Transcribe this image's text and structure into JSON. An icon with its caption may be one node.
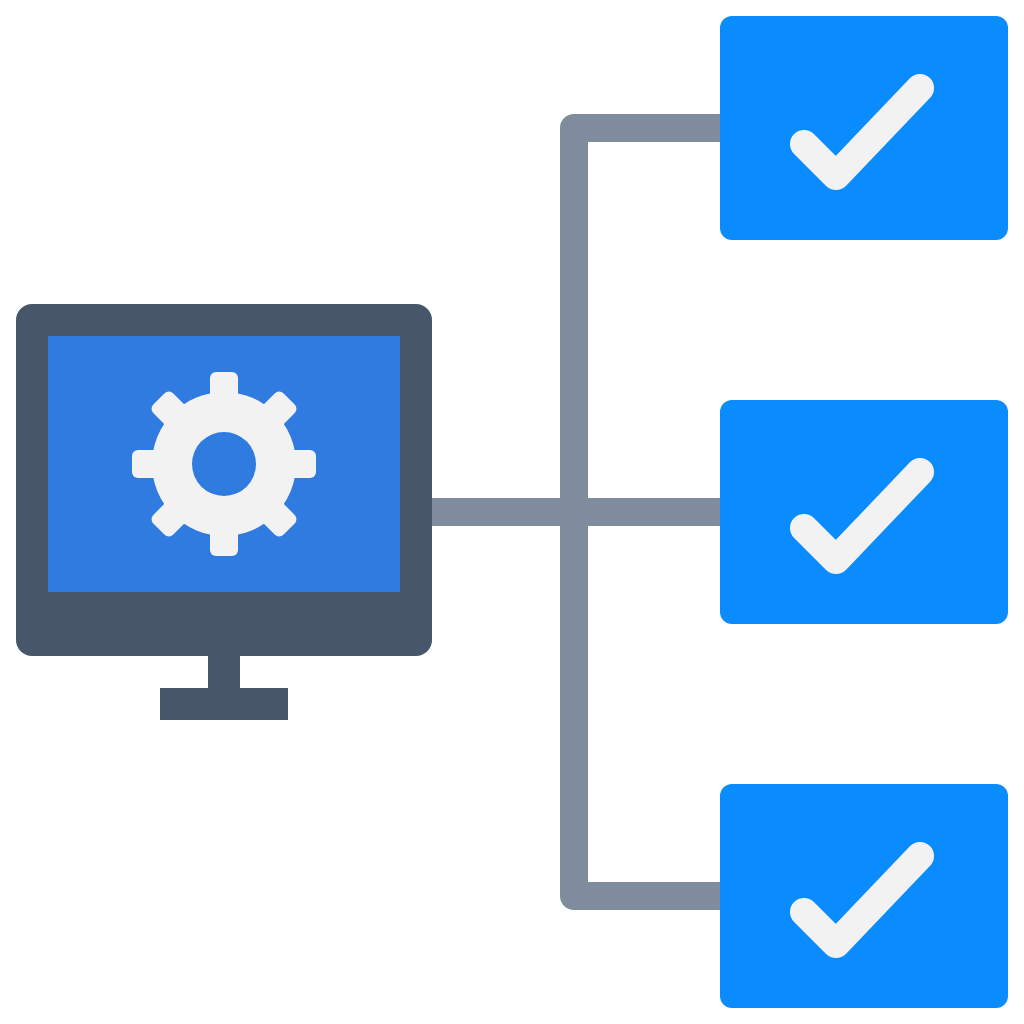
{
  "diagram": {
    "nodes": [
      {
        "text": [],
        "shape": "monitor"
      },
      {
        "text": [],
        "shape": "box"
      },
      {
        "text": [],
        "shape": "box"
      },
      {
        "text": [],
        "shape": "box"
      }
    ],
    "edges": [
      {
        "from": 0,
        "to": 1,
        "arrow": "none"
      },
      {
        "from": 0,
        "to": 2,
        "arrow": "none"
      },
      {
        "from": 0,
        "to": 3,
        "arrow": "none"
      }
    ]
  }
}
